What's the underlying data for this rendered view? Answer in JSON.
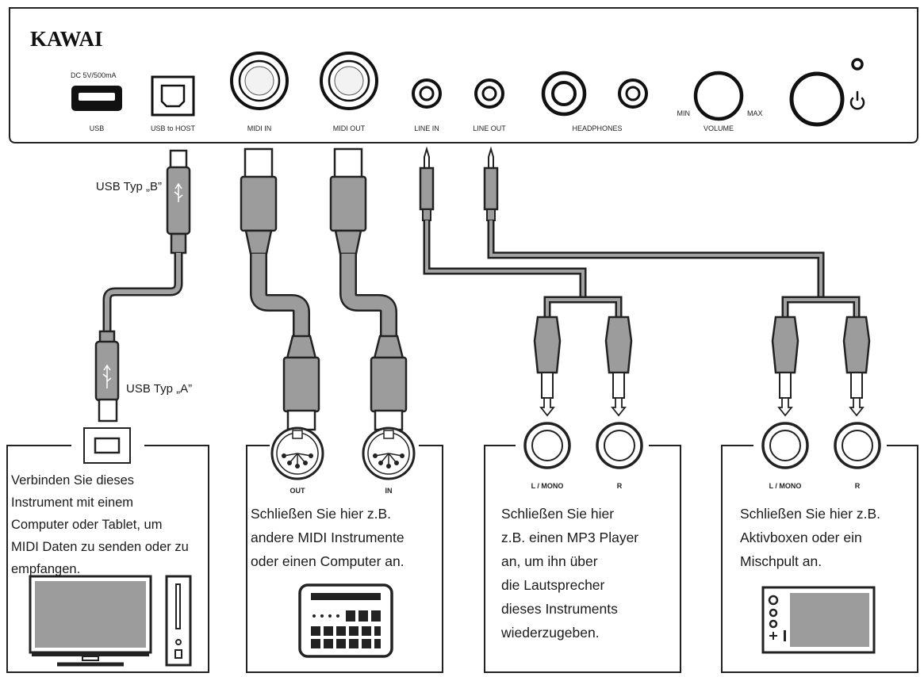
{
  "panel": {
    "brand": "KAWAI",
    "usb_spec": "DC 5V/500mA",
    "jacks": {
      "usb": "USB",
      "usb_host": "USB to HOST",
      "midi_in": "MIDI IN",
      "midi_out": "MIDI OUT",
      "line_in": "LINE IN",
      "line_out": "LINE OUT",
      "headphones": "HEADPHONES",
      "volume": "VOLUME",
      "volume_min": "MIN",
      "volume_max": "MAX"
    }
  },
  "cables": {
    "usb_b_label": "USB Typ „B”",
    "usb_a_label": "USB Typ „A”"
  },
  "midi_device": {
    "out_label": "OUT",
    "in_label": "IN",
    "text_lines": [
      "Schließen Sie hier z.B.",
      "andere MIDI Instrumente",
      "oder einen Computer an."
    ]
  },
  "usb_device": {
    "text_lines": [
      "Verbinden Sie dieses",
      "Instrument mit einem",
      "Computer oder Tablet, um",
      "MIDI Daten zu senden oder zu",
      "empfangen."
    ]
  },
  "line_in_device": {
    "left_label": "L / MONO",
    "right_label": "R",
    "text_lines": [
      "Schließen Sie hier",
      "z.B. einen MP3 Player",
      "an, um ihn über",
      "die Lautsprecher",
      "dieses Instruments",
      "wiederzugeben."
    ]
  },
  "line_out_device": {
    "left_label": "L / MONO",
    "right_label": "R",
    "text_lines": [
      "Schließen Sie hier z.B.",
      "Aktivboxen oder ein",
      "Mischpult an."
    ]
  }
}
